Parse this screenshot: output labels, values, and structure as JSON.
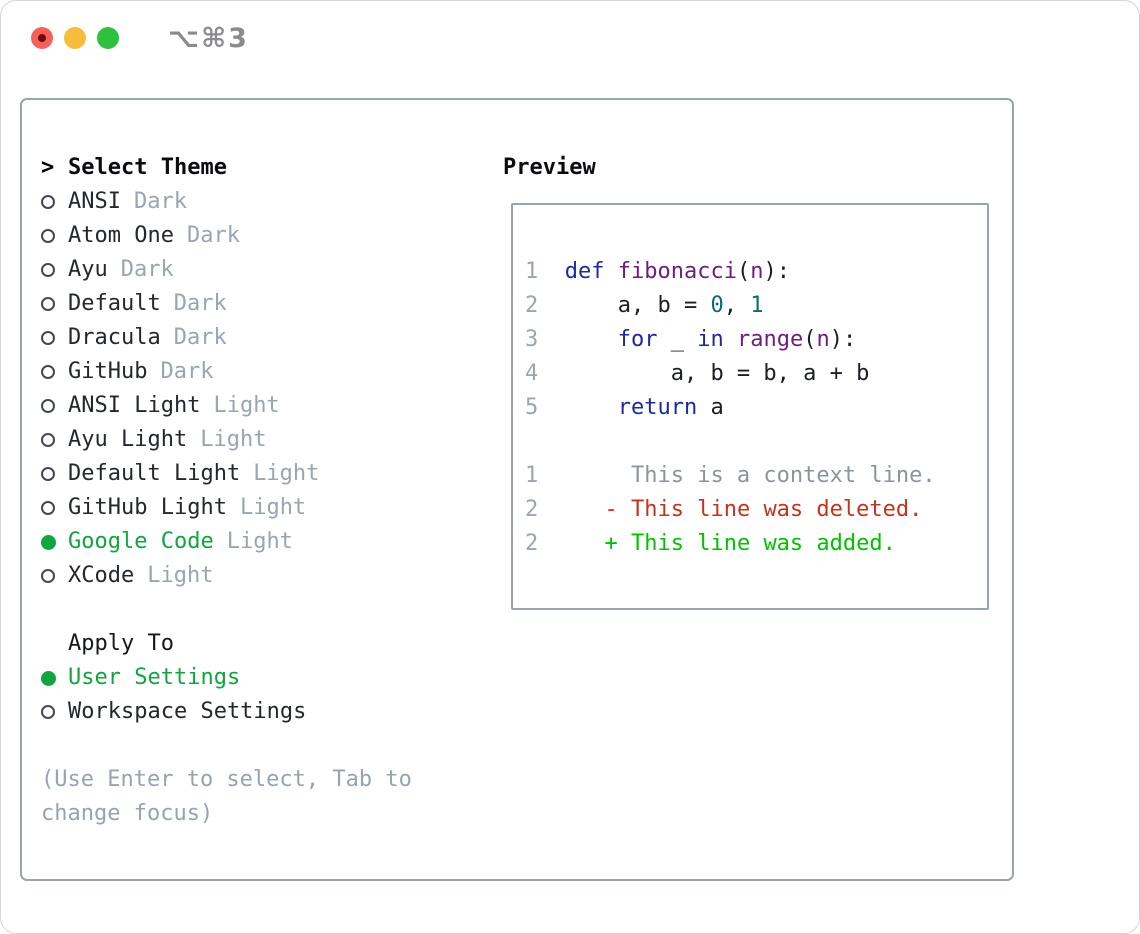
{
  "window": {
    "title": "⌥⌘3"
  },
  "theme_menu": {
    "header": "Select Theme",
    "header_marker": ">",
    "items": [
      {
        "name": "ANSI",
        "variant": "Dark",
        "selected": false
      },
      {
        "name": "Atom One",
        "variant": "Dark",
        "selected": false
      },
      {
        "name": "Ayu",
        "variant": "Dark",
        "selected": false
      },
      {
        "name": "Default",
        "variant": "Dark",
        "selected": false
      },
      {
        "name": "Dracula",
        "variant": "Dark",
        "selected": false
      },
      {
        "name": "GitHub",
        "variant": "Dark",
        "selected": false
      },
      {
        "name": "ANSI Light",
        "variant": "Light",
        "selected": false
      },
      {
        "name": "Ayu Light",
        "variant": "Light",
        "selected": false
      },
      {
        "name": "Default Light",
        "variant": "Light",
        "selected": false
      },
      {
        "name": "GitHub Light",
        "variant": "Light",
        "selected": false
      },
      {
        "name": "Google Code",
        "variant": "Light",
        "selected": true
      },
      {
        "name": "XCode",
        "variant": "Light",
        "selected": false
      }
    ]
  },
  "apply_to": {
    "header": "Apply To",
    "items": [
      {
        "name": "User Settings",
        "selected": true
      },
      {
        "name": "Workspace Settings",
        "selected": false
      }
    ]
  },
  "help": {
    "line1": "(Use Enter to select, Tab to",
    "line2": "change focus)"
  },
  "preview": {
    "header": "Preview",
    "code_lines": {
      "l1": {
        "num": "1  ",
        "kw": "def ",
        "fn": "fibonacci",
        "p1": "(",
        "arg": "n",
        "p2": "):"
      },
      "l2": {
        "num": "2  ",
        "p1": "    a, b = ",
        "n1": "0",
        "p2": ", ",
        "n2": "1"
      },
      "l3": {
        "num": "3  ",
        "p1": "    ",
        "kw1": "for",
        "p2": " _ ",
        "kw2": "in",
        "p3": " ",
        "fn": "range",
        "p4": "(",
        "arg": "n",
        "p5": "):"
      },
      "l4": {
        "num": "4  ",
        "p1": "        a, b = b, a + b"
      },
      "l5": {
        "num": "5  ",
        "p1": "    ",
        "kw": "return",
        "p2": " a"
      }
    },
    "diff_lines": {
      "d1": {
        "num": "1  ",
        "ctx": "     This is a context line."
      },
      "d2": {
        "num": "2  ",
        "pre": "   ",
        "del": "- This line was deleted."
      },
      "d3": {
        "num": "2  ",
        "pre": "   ",
        "add": "+ This line was added."
      }
    }
  },
  "colors": {
    "ink": "#23272e",
    "heading": "#0a0c10",
    "muted": "#9aa5b1",
    "selected-green": "#11a53f",
    "kw": "#1e28a0",
    "fn": "#701c7e",
    "num": "#0b6e66",
    "code-ink": "#1b1f24",
    "ctx": "#8b949e",
    "del": "#c4331d",
    "add": "#00c200",
    "lnum": "#9aa5b1",
    "panel-border": "#9aa3ae",
    "title-gray": "#8a8b8e",
    "tl-red": "#f4615c",
    "tl-red-dot": "#6e0d0b",
    "tl-yellow": "#f6bd3a",
    "tl-green": "#2dc13e"
  }
}
